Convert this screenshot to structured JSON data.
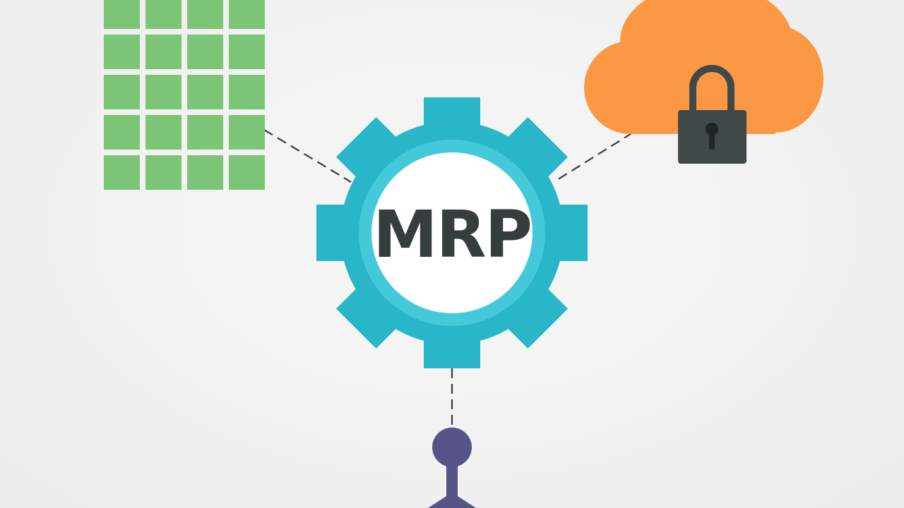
{
  "center_label": "MRP",
  "colors": {
    "gear": "#29b6c9",
    "gear_ring": "#43c9d9",
    "gear_center": "#ffffff",
    "label": "#353d3d",
    "grid": "#7cc576",
    "cloud": "#fb9844",
    "lock_body": "#414848",
    "lock_keyhole": "#1f2424",
    "person": "#555387",
    "connector": "#3a3a3a"
  },
  "icons": {
    "left": "spreadsheet-grid-icon",
    "right": "cloud-lock-icon",
    "bottom": "person-icon",
    "center": "gear-icon"
  },
  "grid": {
    "rows": 5,
    "columns": 4
  }
}
